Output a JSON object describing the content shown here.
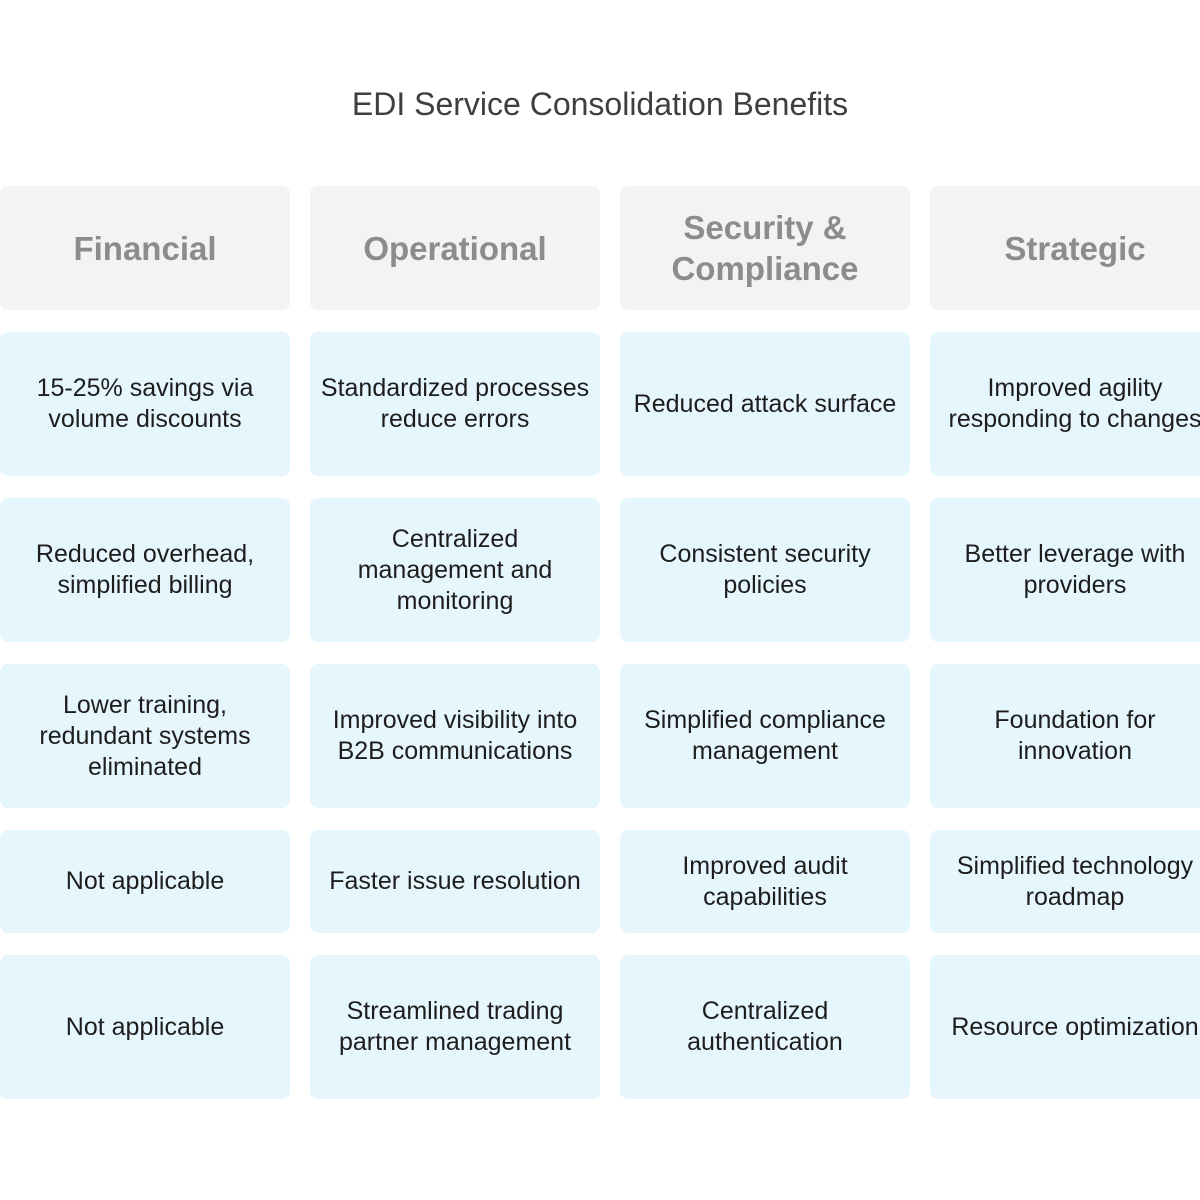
{
  "title": "EDI Service Consolidation Benefits",
  "columns": [
    {
      "header": "Financial",
      "items": [
        "15-25% savings via volume discounts",
        "Reduced overhead, simplified billing",
        "Lower training, redundant systems eliminated",
        "Not applicable",
        "Not applicable"
      ]
    },
    {
      "header": "Operational",
      "items": [
        "Standardized processes reduce errors",
        "Centralized management and monitoring",
        "Improved visibility into B2B communications",
        "Faster issue resolution",
        "Streamlined trading partner management"
      ]
    },
    {
      "header": "Security & Compliance",
      "items": [
        "Reduced attack surface",
        "Consistent security policies",
        "Simplified compliance management",
        "Improved audit capabilities",
        "Centralized authentication"
      ]
    },
    {
      "header": "Strategic",
      "items": [
        "Improved agility responding to changes",
        "Better leverage with providers",
        "Foundation for innovation",
        "Simplified technology roadmap",
        "Resource optimization"
      ]
    }
  ],
  "colors": {
    "header_bg": "#f3f3f3",
    "header_text": "#8c8c8c",
    "cell_bg": "#e6f6fd",
    "cell_text": "#1d1d1d",
    "title_text": "#3f3f3f"
  }
}
